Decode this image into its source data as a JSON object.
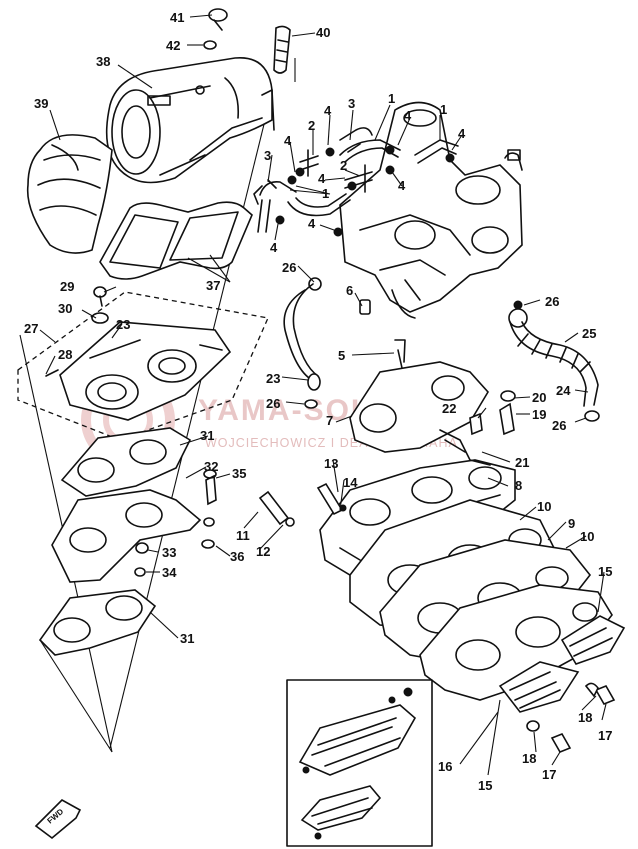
{
  "watermark": {
    "brand": "YAMA-SOLERA",
    "subtitle": "WOJCIECHOWICZ I DEALER YAMAHA",
    "color": "#e9c7c7"
  },
  "fwd_mark": {
    "label": "FWD",
    "icon": "arrow-icon"
  },
  "callouts": {
    "c1a": "1",
    "c1b": "1",
    "c1c": "1",
    "c2a": "2",
    "c2b": "2",
    "c3a": "3",
    "c3b": "3",
    "c4a": "4",
    "c4b": "4",
    "c4c": "4",
    "c4d": "4",
    "c4e": "4",
    "c4f": "4",
    "c4g": "4",
    "c5": "5",
    "c6": "6",
    "c7": "7",
    "c8": "8",
    "c9": "9",
    "c10a": "10",
    "c10b": "10",
    "c11": "11",
    "c12": "12",
    "c13": "13",
    "c14": "14",
    "c15a": "15",
    "c15b": "15",
    "c16": "16",
    "c17a": "17",
    "c17b": "17",
    "c18a": "18",
    "c18b": "18",
    "c19": "19",
    "c20": "20",
    "c21": "21",
    "c22": "22",
    "c23a": "23",
    "c23b": "23",
    "c24": "24",
    "c25": "25",
    "c26a": "26",
    "c26b": "26",
    "c26c": "26",
    "c26d": "26",
    "c27": "27",
    "c28": "28",
    "c29": "29",
    "c30": "30",
    "c31a": "31",
    "c31b": "31",
    "c32": "32",
    "c33": "33",
    "c34": "34",
    "c35": "35",
    "c36": "36",
    "c37": "37",
    "c38": "38",
    "c39": "39",
    "c40": "40",
    "c41": "41",
    "c42": "42"
  }
}
